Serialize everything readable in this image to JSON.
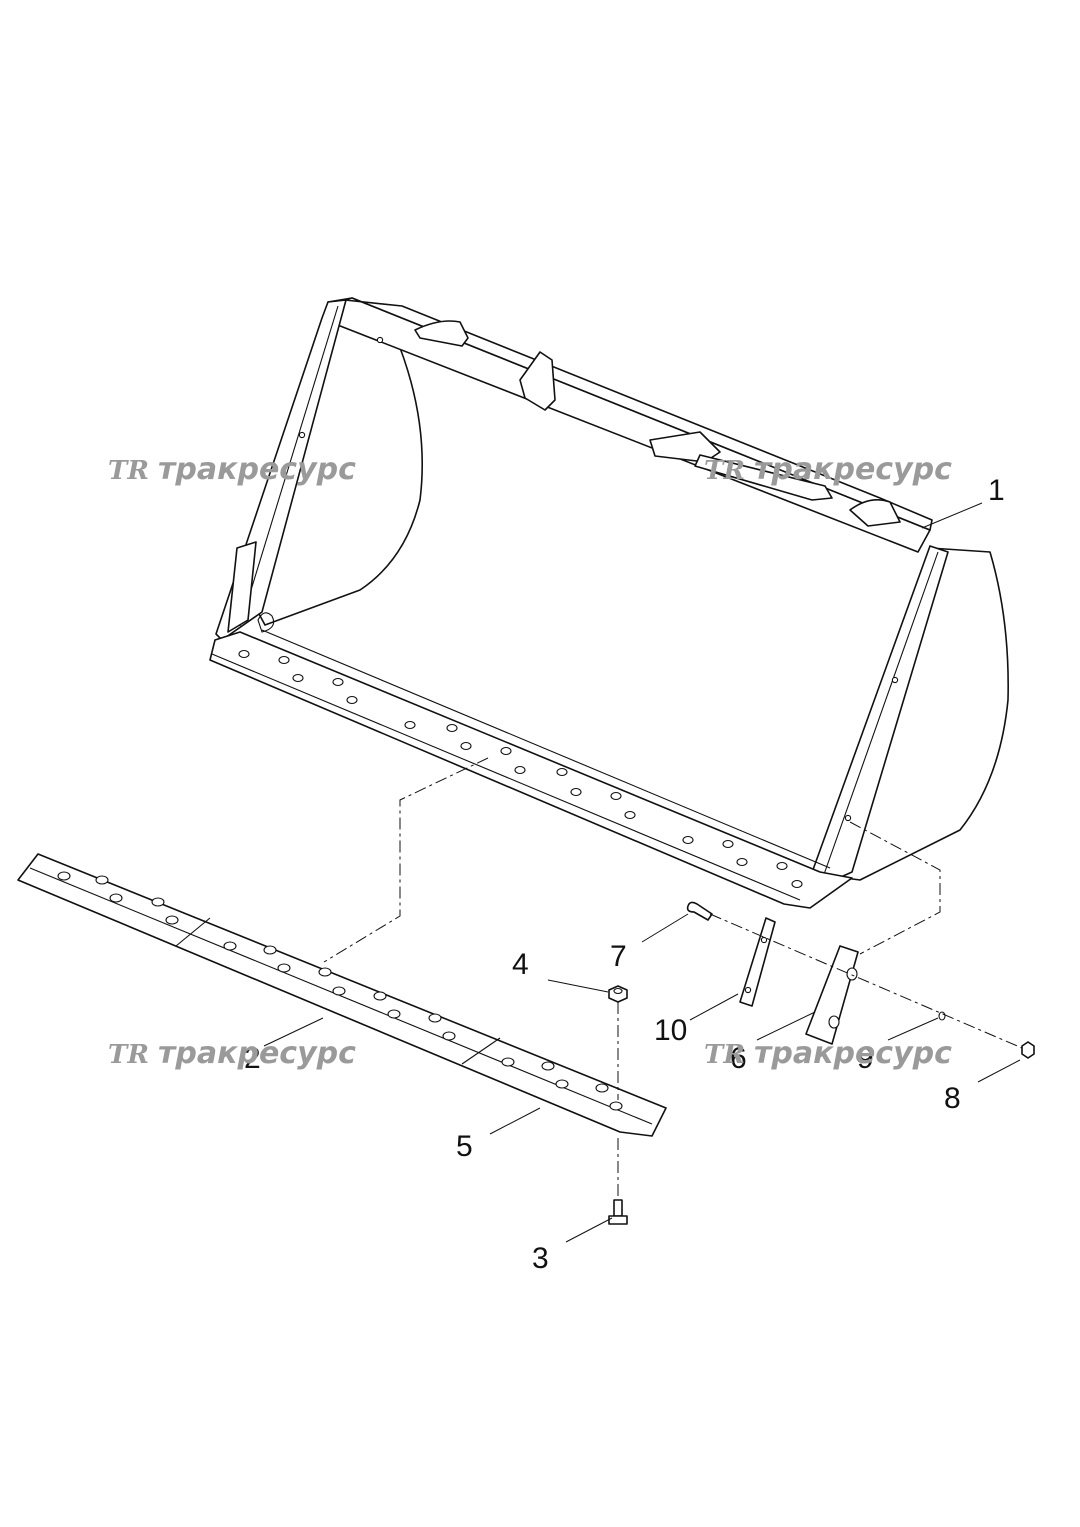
{
  "watermark": {
    "logo_text": "TR",
    "brand_text": "тракресурс"
  },
  "callouts": {
    "c1": "1",
    "c2": "2",
    "c3": "3",
    "c4": "4",
    "c5": "5",
    "c6": "6",
    "c7": "7",
    "c8": "8",
    "c9": "9",
    "c10": "10"
  },
  "colors": {
    "line": "#111111",
    "watermark": "#9a9a9a",
    "background": "#ffffff"
  }
}
